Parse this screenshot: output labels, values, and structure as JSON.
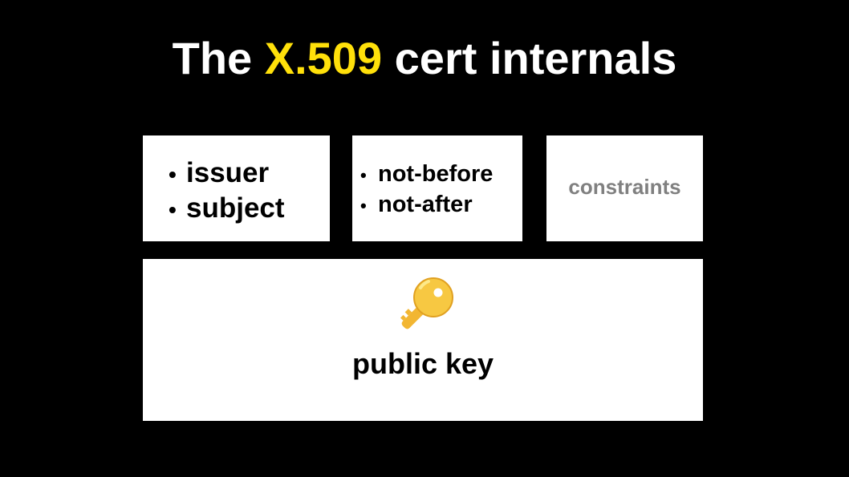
{
  "slide": {
    "title": {
      "prefix": "The ",
      "highlight": "X.509",
      "suffix": " cert internals",
      "highlight_color": "#ffe00a"
    },
    "boxes": {
      "names": {
        "items": [
          "issuer",
          "subject"
        ]
      },
      "validity": {
        "items": [
          "not-before",
          "not-after"
        ]
      },
      "constraints": {
        "label": "constraints"
      },
      "public_key": {
        "icon": "key-icon",
        "label": "public key"
      }
    },
    "bullet": "•"
  }
}
